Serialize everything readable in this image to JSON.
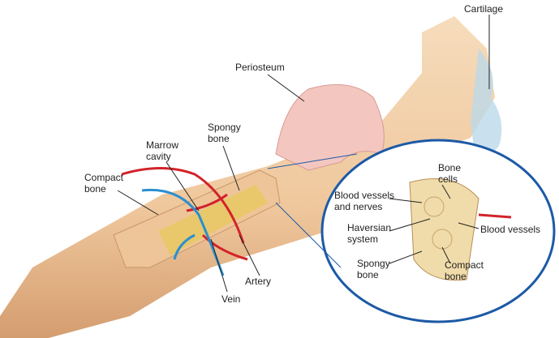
{
  "labels": {
    "cartilage": "Cartilage",
    "periosteum": "Periosteum",
    "spongy_bone": "Spongy\nbone",
    "marrow_cavity": "Marrow\ncavity",
    "compact_bone": "Compact\nbone",
    "artery": "Artery",
    "vein": "Vein",
    "inset_bone_cells": "Bone\ncells",
    "inset_blood_vessels_nerves": "Blood vessels\nand nerves",
    "inset_haversian": "Haversian\nsystem",
    "inset_blood_vessels": "Blood vessels",
    "inset_spongy_bone": "Spongy\nbone",
    "inset_compact_bone": "Compact\nbone"
  },
  "colors": {
    "bone": "#f2cfa8",
    "bone_shadow": "#d9a77a",
    "periosteum": "#f3c7c0",
    "marrow": "#e8c86a",
    "artery": "#d2232a",
    "vein": "#2a8fd0",
    "inset_border": "#1c5aa6",
    "cartilage": "#bcd9ea"
  }
}
